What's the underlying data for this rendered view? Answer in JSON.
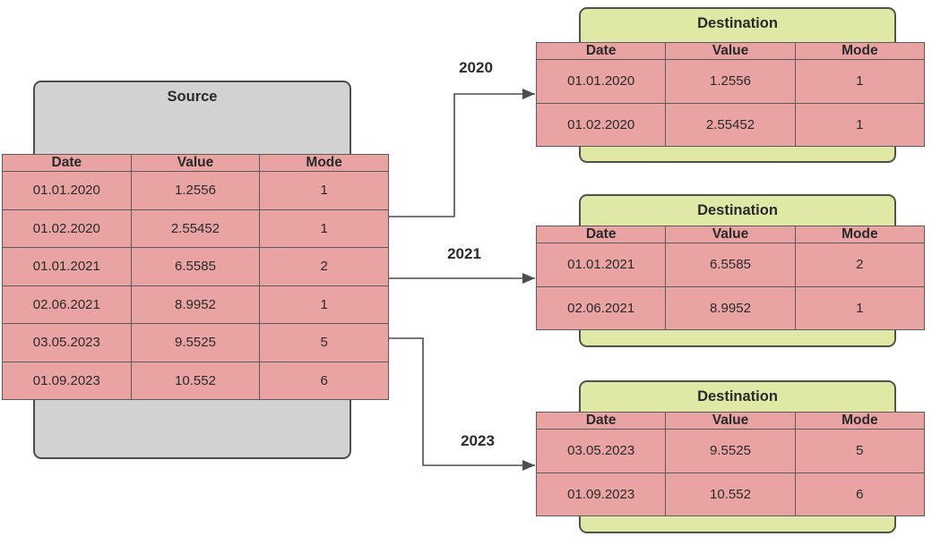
{
  "source": {
    "title": "Source",
    "table": {
      "headers": [
        "Date",
        "Value",
        "Mode"
      ],
      "rows": [
        [
          "01.01.2020",
          "1.2556",
          "1"
        ],
        [
          "01.02.2020",
          "2.55452",
          "1"
        ],
        [
          "01.01.2021",
          "6.5585",
          "2"
        ],
        [
          "02.06.2021",
          "8.9952",
          "1"
        ],
        [
          "03.05.2023",
          "9.5525",
          "5"
        ],
        [
          "01.09.2023",
          "10.552",
          "6"
        ]
      ]
    }
  },
  "destinations": [
    {
      "title": "Destination",
      "table": {
        "headers": [
          "Date",
          "Value",
          "Mode"
        ],
        "rows": [
          [
            "01.01.2020",
            "1.2556",
            "1"
          ],
          [
            "01.02.2020",
            "2.55452",
            "1"
          ]
        ]
      }
    },
    {
      "title": "Destination",
      "table": {
        "headers": [
          "Date",
          "Value",
          "Mode"
        ],
        "rows": [
          [
            "01.01.2021",
            "6.5585",
            "2"
          ],
          [
            "02.06.2021",
            "8.9952",
            "1"
          ]
        ]
      }
    },
    {
      "title": "Destination",
      "table": {
        "headers": [
          "Date",
          "Value",
          "Mode"
        ],
        "rows": [
          [
            "03.05.2023",
            "9.5525",
            "5"
          ],
          [
            "01.09.2023",
            "10.552",
            "6"
          ]
        ]
      }
    }
  ],
  "connectors": [
    {
      "label": "2020"
    },
    {
      "label": "2021"
    },
    {
      "label": "2023"
    }
  ],
  "colors": {
    "table_fill": "#E9A3A2",
    "table_border": "#5B5B5B",
    "source_fill": "#D2D2D2",
    "source_border": "#4D4D4D",
    "dest_fill": "#DFE9A5",
    "dest_border": "#52524A",
    "arrow": "#4D4D4D",
    "text": "#2A2A2A"
  }
}
